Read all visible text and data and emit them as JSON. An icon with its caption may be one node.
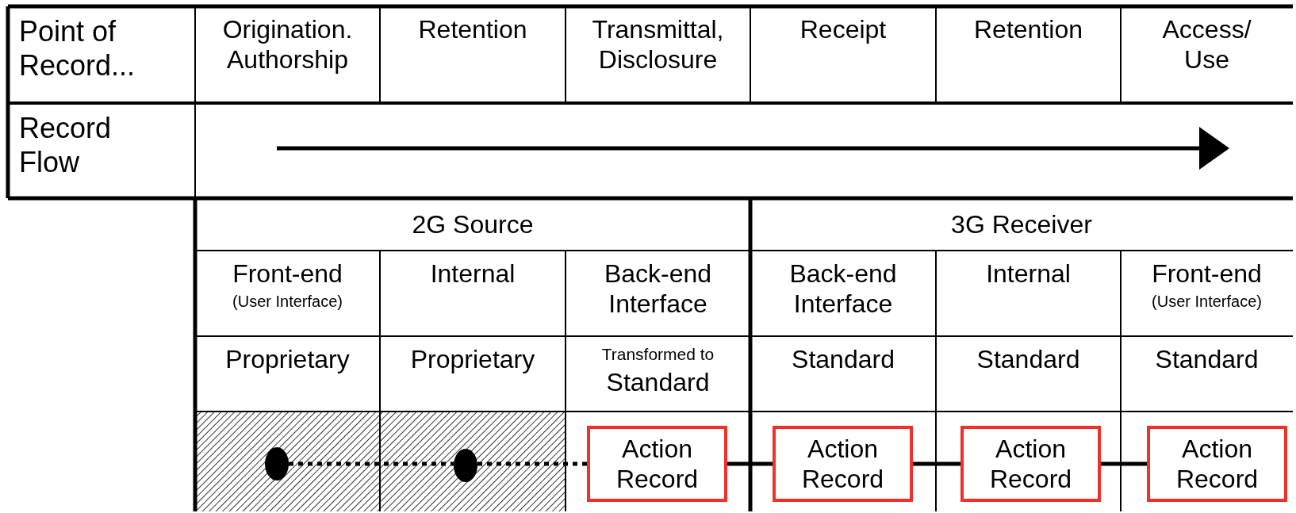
{
  "diagram": {
    "nodes": [
      {
        "text": [],
        "shape": "circle"
      },
      {
        "text": [],
        "shape": "circle"
      },
      {
        "text": [
          "Action Record"
        ]
      },
      {
        "text": [
          "Action Record"
        ]
      },
      {
        "text": [
          "Action Record"
        ]
      },
      {
        "text": [
          "Action Record"
        ]
      }
    ],
    "edges": [
      {
        "from": 0,
        "to": 1,
        "arrow": "none",
        "style": "dashed"
      },
      {
        "from": 1,
        "to": 2,
        "arrow": "none",
        "style": "dashed"
      },
      {
        "from": 2,
        "to": 3,
        "arrow": "none"
      },
      {
        "from": 3,
        "to": 4,
        "arrow": "none"
      },
      {
        "from": 4,
        "to": 5,
        "arrow": "none"
      }
    ],
    "labels": [
      "Point of Record...",
      "Origination. Authorship",
      "Retention",
      "Transmittal, Disclosure",
      "Receipt",
      "Retention",
      "Access/ Use",
      "Record Flow",
      "2G Source",
      "3G Receiver",
      "Front-end",
      "(User Interface)",
      "Internal",
      "Back-end Interface",
      "Back-end Interface",
      "Internal",
      "Front-end",
      "(User Interface)",
      "Proprietary",
      "Proprietary",
      "Transformed to",
      "Standard",
      "Standard",
      "Standard",
      "Standard"
    ]
  }
}
